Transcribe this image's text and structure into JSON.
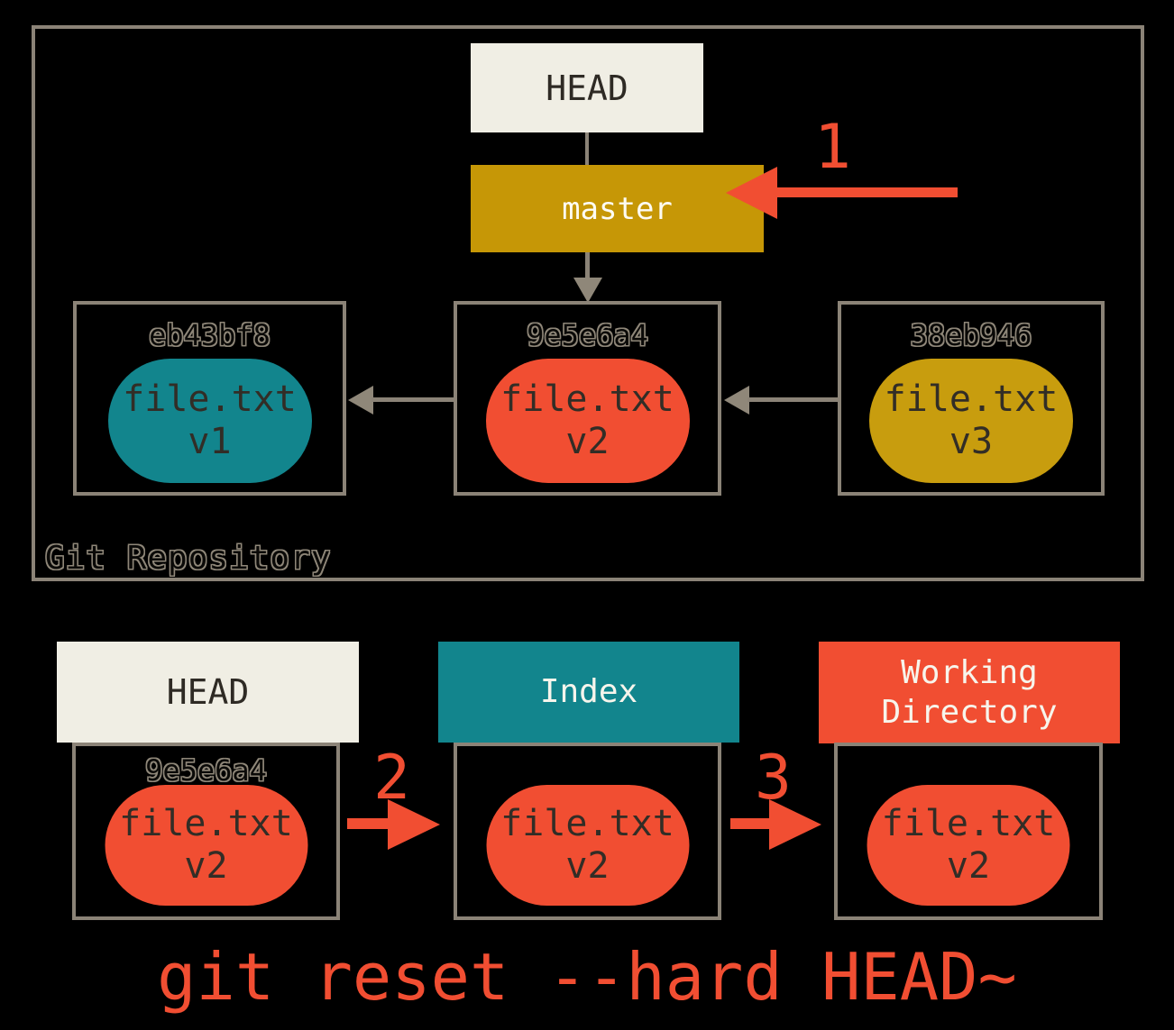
{
  "title": "Git reset hard diagram",
  "colors": {
    "background": "#000000",
    "border_gray": "#8b8377",
    "arrow_gray": "#8f8779",
    "cream": "#f0eee4",
    "gold": "#c69706",
    "teal": "#12858d",
    "red_accent": "#f14e32",
    "dark_text": "#2e2a24",
    "outline_text_gray": "#8f8779"
  },
  "repository": {
    "label": "Git Repository",
    "head_label": "HEAD",
    "branch_label": "master",
    "commits": [
      {
        "hash": "eb43bf8",
        "file": "file.txt",
        "version": "v1",
        "color": "#12858d"
      },
      {
        "hash": "9e5e6a4",
        "file": "file.txt",
        "version": "v2",
        "color": "#f14e32"
      },
      {
        "hash": "38eb946",
        "file": "file.txt",
        "version": "v3",
        "color": "#c89d0e"
      }
    ]
  },
  "workspace": {
    "areas": [
      {
        "header": "HEAD",
        "header_color": "#f0eee4",
        "hash": "9e5e6a4",
        "file": "file.txt",
        "version": "v2",
        "blob_color": "#f14e32"
      },
      {
        "header": "Index",
        "header_color": "#12858d",
        "file": "file.txt",
        "version": "v2",
        "blob_color": "#f14e32"
      },
      {
        "header": "Working\nDirectory",
        "header_color": "#f14e32",
        "file": "file.txt",
        "version": "v2",
        "blob_color": "#f14e32"
      }
    ]
  },
  "steps": {
    "one": "1",
    "two": "2",
    "three": "3"
  },
  "caption": {
    "text": "git reset --hard HEAD~"
  }
}
